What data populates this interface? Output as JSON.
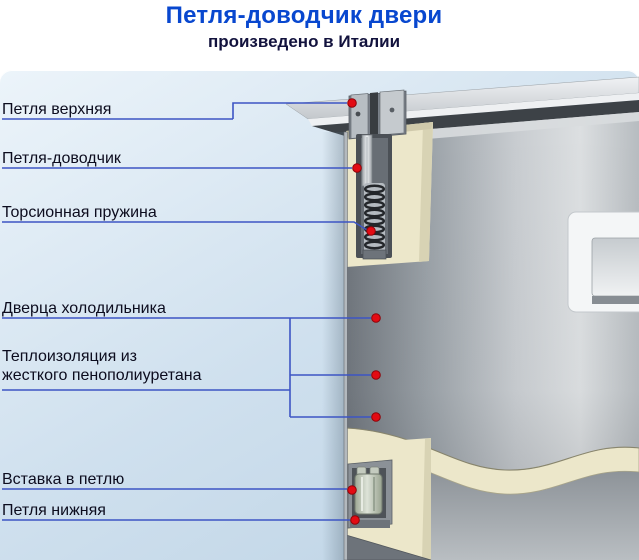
{
  "header": {
    "title": "Петля-доводчик двери",
    "subtitle": "произведено в Италии"
  },
  "callouts": [
    {
      "id": "upper-hinge",
      "label": "Петля верхняя"
    },
    {
      "id": "closer-hinge",
      "label": "Петля-доводчик"
    },
    {
      "id": "torsion-spring",
      "label": "Торсионная пружина"
    },
    {
      "id": "fridge-door",
      "label": "Дверца холодильника"
    },
    {
      "id": "insulation",
      "label_lines": [
        "Теплоизоляция из",
        "жесткого пенополиуретана"
      ]
    },
    {
      "id": "hinge-insert",
      "label": "Вставка в петлю"
    },
    {
      "id": "lower-hinge",
      "label": "Петля нижняя"
    }
  ],
  "colors": {
    "title_blue": "#0847cf",
    "subtitle_navy": "#12123d",
    "callout_line_blue": "#3d55c4",
    "callout_dot_red": "#e30b13",
    "panel_blue": "#cfe0ee",
    "foam_beige": "#ece7ca"
  }
}
